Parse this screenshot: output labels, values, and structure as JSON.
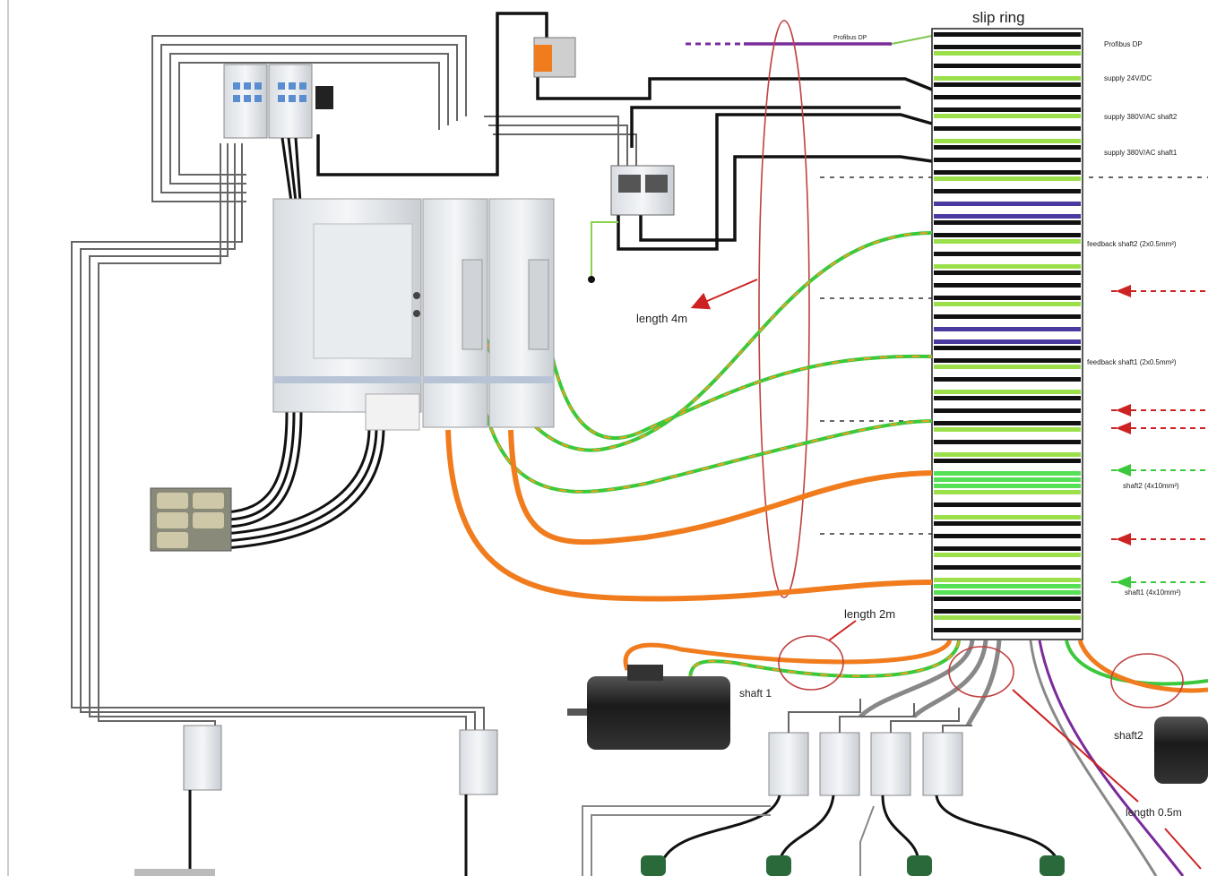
{
  "diagram": {
    "slip_ring_title": "slip ring",
    "right_labels": {
      "profibus": "Profibus DP",
      "supply_24": "supply 24V/DC",
      "supply_shaft2": "supply 380V/AC shaft2",
      "supply_shaft1": "supply 380V/AC shaft1",
      "feedback_shaft2": "feedback shaft2 (2x0.5mm²)",
      "feedback_shaft1": "feedback shaft1 (2x0.5mm²)",
      "motor_shaft2": "shaft2 (4x10mm²)",
      "motor_shaft1": "shaft1 (4x10mm²)"
    },
    "profibus_left_label": "Profibus DP",
    "length_labels": {
      "l4": "length 4m",
      "l2": "length 2m",
      "l05": "length 0.5m"
    },
    "shaft_labels": {
      "shaft1": "shaft 1",
      "shaft2": "shaft2"
    },
    "colors": {
      "orange": "#f07c1e",
      "green": "#3cc83c",
      "red": "#cc2222",
      "purple": "#7a2a9a",
      "black": "#111111"
    }
  }
}
